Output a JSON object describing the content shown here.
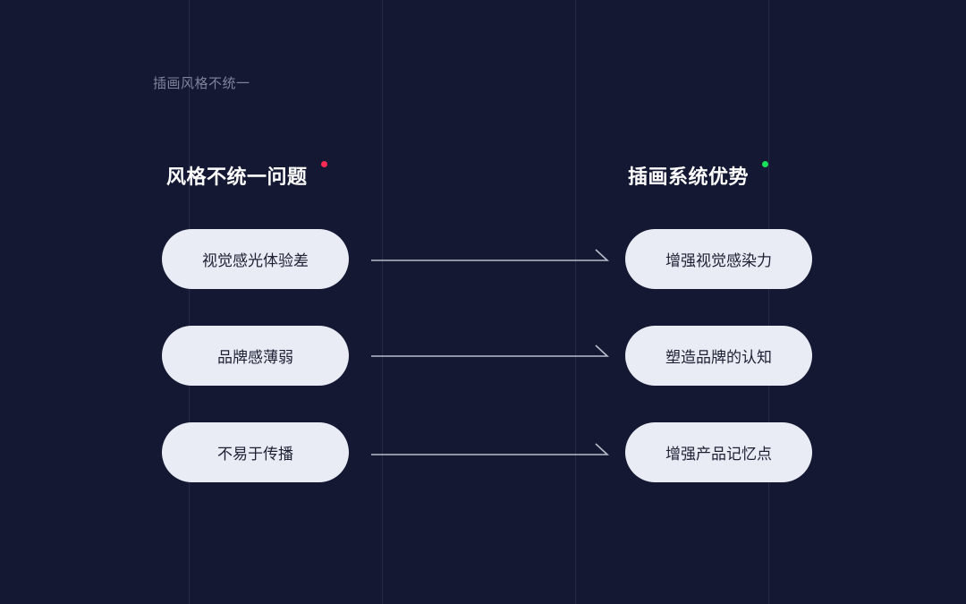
{
  "page_label": "插画风格不统一",
  "left_column": {
    "heading": "风格不统一问题",
    "dot_color": "#ff2b55",
    "items": [
      "视觉感光体验差",
      "品牌感薄弱",
      "不易于传播"
    ]
  },
  "right_column": {
    "heading": "插画系统优势",
    "dot_color": "#19e05a",
    "items": [
      "增强视觉感染力",
      "塑造品牌的认知",
      "增强产品记忆点"
    ]
  },
  "colors": {
    "background": "#141833",
    "pill_background": "#e9ecf4",
    "arrow": "#b9bccb"
  }
}
